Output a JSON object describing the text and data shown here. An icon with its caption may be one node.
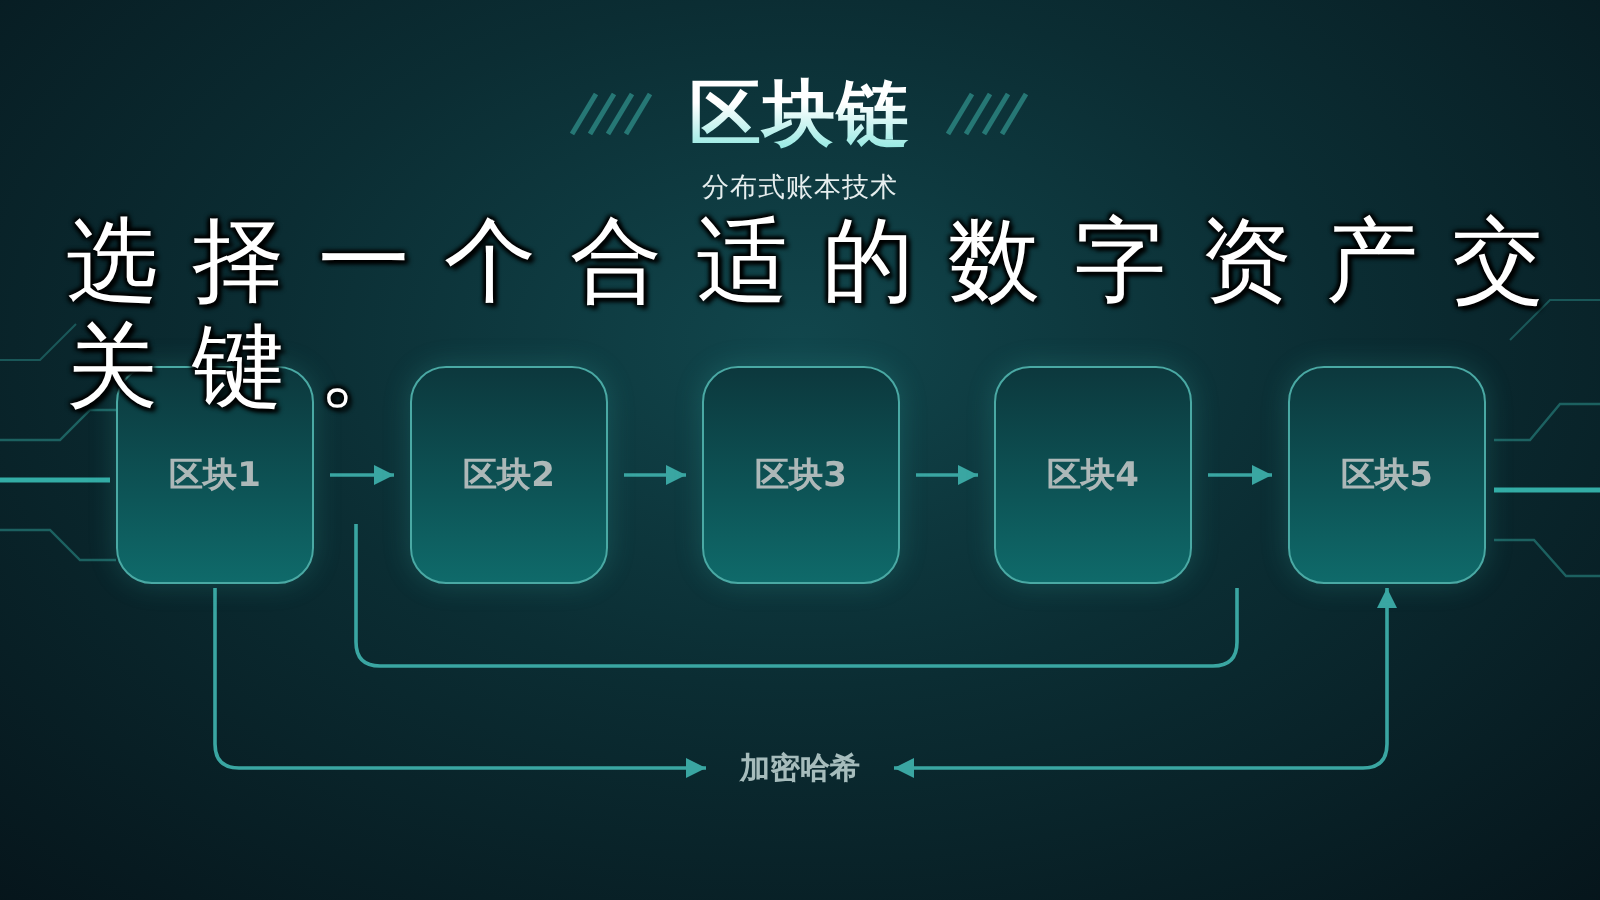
{
  "diagram": {
    "title": "区块链",
    "nodes": [
      {
        "text": [
          "区块1"
        ]
      },
      {
        "text": [
          "区块2"
        ]
      },
      {
        "text": [
          "区块3"
        ]
      },
      {
        "text": [
          "区块4"
        ]
      },
      {
        "text": [
          "区块5"
        ]
      },
      {
        "text": [
          "加密哈希"
        ]
      }
    ],
    "edges": [
      {
        "from": 0,
        "to": 1,
        "arrow": "to"
      },
      {
        "from": 1,
        "to": 2,
        "arrow": "to"
      },
      {
        "from": 2,
        "to": 3,
        "arrow": "to"
      },
      {
        "from": 3,
        "to": 4,
        "arrow": "to"
      },
      {
        "from": 0,
        "to": 5,
        "arrow": "to"
      },
      {
        "from": 5,
        "to": 4,
        "arrow": "both"
      },
      {
        "from": 3,
        "to": null,
        "arrow": "none"
      }
    ],
    "labels": [
      "分布式账本技术",
      "选择一个合适的数字资产交",
      "关键。"
    ]
  }
}
